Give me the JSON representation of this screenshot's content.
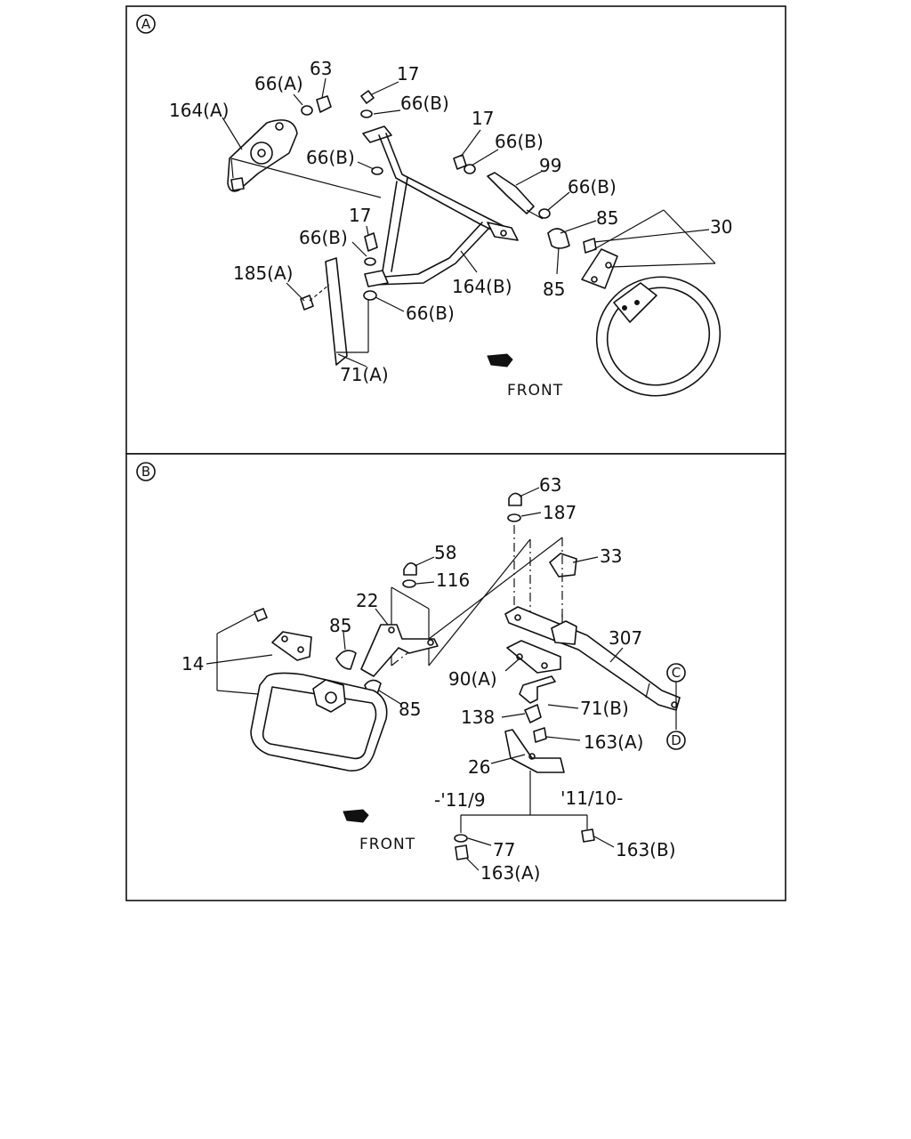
{
  "panel_a": {
    "marker": "A",
    "front_label": "FRONT",
    "labels": {
      "l63": "63",
      "l66a": "66(A)",
      "l17a": "17",
      "l164a": "164(A)",
      "l66b_1": "66(B)",
      "l17b": "17",
      "l66b_2": "66(B)",
      "l66b_3": "66(B)",
      "l99": "99",
      "l66b_4": "66(B)",
      "l17c": "17",
      "l85a": "85",
      "l30": "30",
      "l66b_5": "66(B)",
      "l185a": "185(A)",
      "l164b": "164(B)",
      "l85b": "85",
      "l66b_6": "66(B)",
      "l71a": "71(A)"
    }
  },
  "panel_b": {
    "marker": "B",
    "front_label": "FRONT",
    "marker_c": "C",
    "marker_d": "D",
    "labels": {
      "l63": "63",
      "l187": "187",
      "l58": "58",
      "l33": "33",
      "l116": "116",
      "l22": "22",
      "l307": "307",
      "l85a": "85",
      "l14": "14",
      "l90a": "90(A)",
      "l85b": "85",
      "l71b": "71(B)",
      "l138": "138",
      "l163a_1": "163(A)",
      "l26": "26",
      "l_date1": "-'11/9",
      "l_date2": "'11/10-",
      "l77": "77",
      "l163b": "163(B)",
      "l163a_2": "163(A)"
    }
  }
}
